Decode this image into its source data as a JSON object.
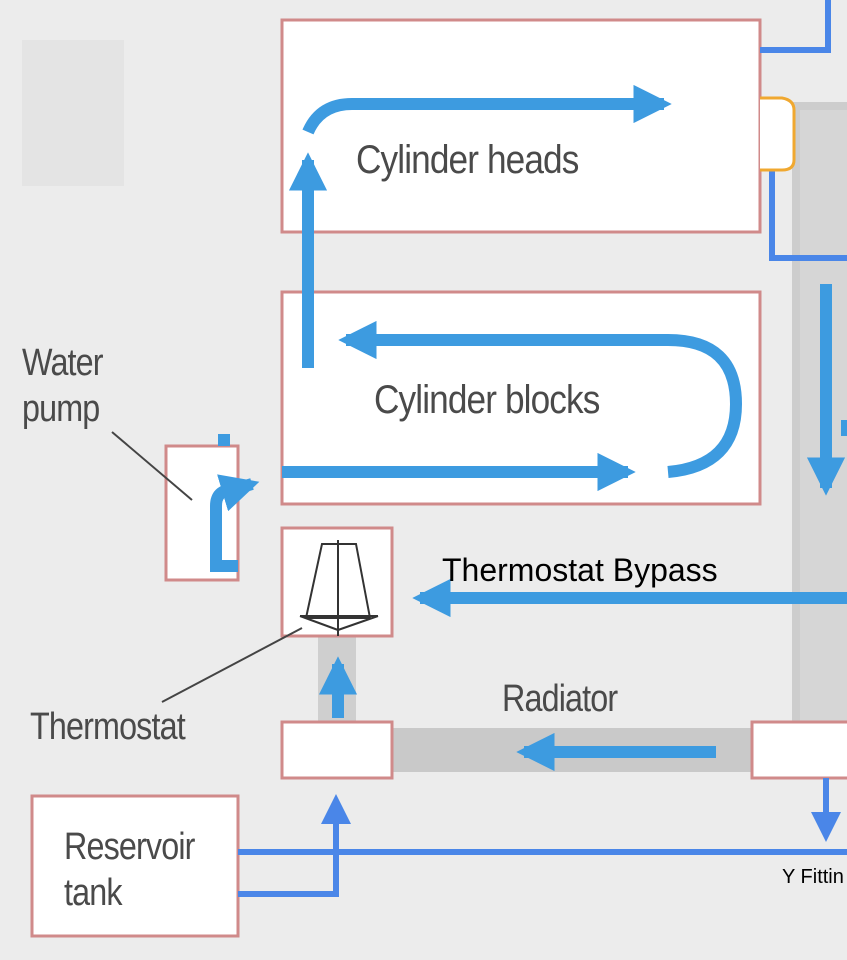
{
  "components": {
    "cylinder_heads": "Cylinder heads",
    "cylinder_blocks": "Cylinder blocks",
    "water_pump": "Water pump",
    "thermostat": "Thermostat",
    "radiator": "Radiator",
    "reservoir_tank": "Reservoir tank"
  },
  "annotations": {
    "thermostat_bypass": "Thermostat Bypass",
    "y_fitting": "Y Fittin"
  },
  "colors": {
    "flow_arrow": "#3d9be0",
    "added_line": "#4a86e8",
    "box_border": "#d08a8a",
    "pipe": "#c8c8c8",
    "fitting": "#f0a830"
  }
}
